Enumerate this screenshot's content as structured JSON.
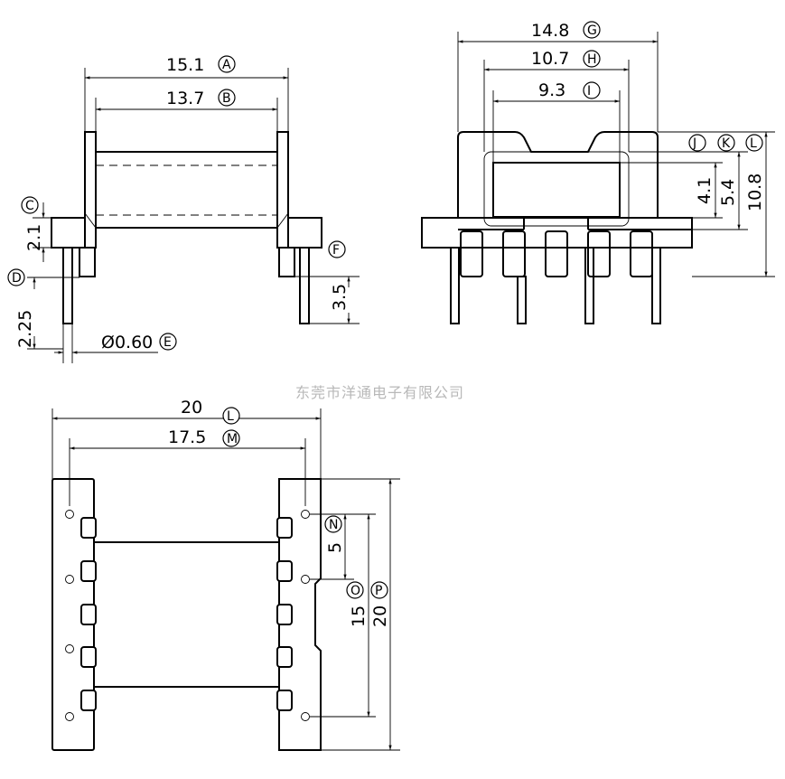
{
  "watermark": "东莞市洋通电子有限公司",
  "dims": {
    "a": "15.1",
    "b": "13.7",
    "c": "2.1",
    "d": "2.25",
    "e": "Ø0.60",
    "f": "3.5",
    "g": "14.8",
    "h": "10.7",
    "i": "9.3",
    "k": "4.1",
    "l1": "5.4",
    "l2": "10.8",
    "w": "20",
    "m": "17.5",
    "n": "5",
    "o": "15",
    "p": "20"
  },
  "labels": {
    "a": "A",
    "b": "B",
    "c": "C",
    "d": "D",
    "e": "E",
    "f": "F",
    "g": "G",
    "h": "H",
    "i": "I",
    "j": "J",
    "k": "K",
    "l": "L",
    "l2": "L",
    "m": "M",
    "n": "N",
    "o": "O",
    "p": "P"
  }
}
